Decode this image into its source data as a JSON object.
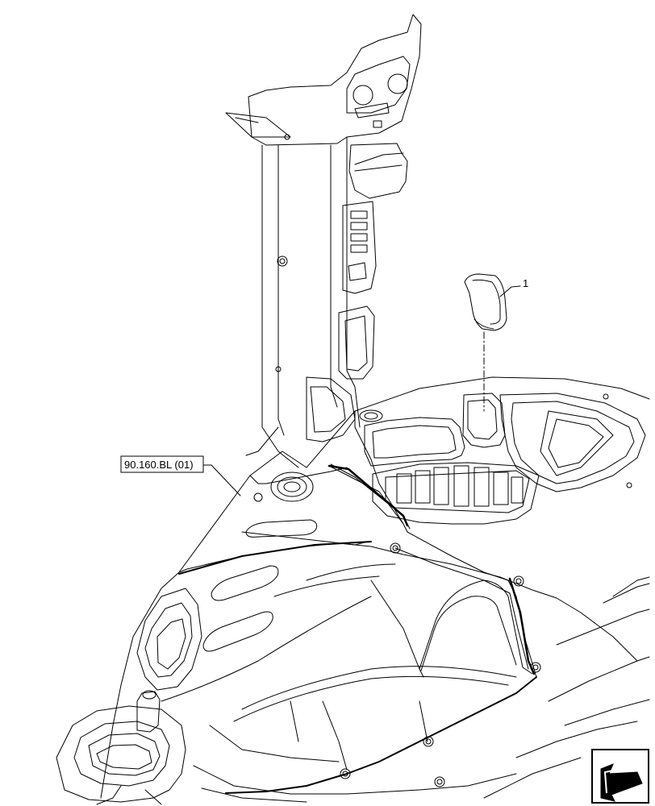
{
  "diagram": {
    "callouts": [
      {
        "id": "part-1",
        "number": "1"
      }
    ],
    "references": [
      {
        "id": "ref-90-160-bl",
        "label": "90.160.BL (01)"
      }
    ],
    "navigation": {
      "icon": "next-page-arrow-icon"
    }
  }
}
